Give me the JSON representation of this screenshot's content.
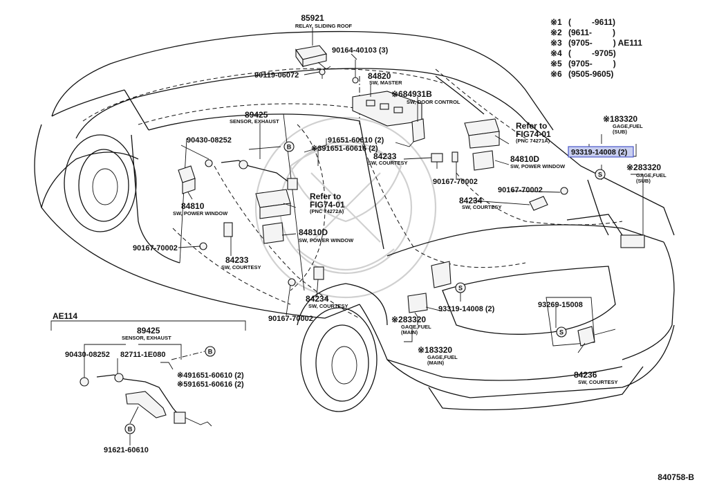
{
  "legend": [
    {
      "mark": "※1",
      "text": "(         -9611)"
    },
    {
      "mark": "※2",
      "text": "(9611-         )"
    },
    {
      "mark": "※3",
      "text": "(9705-         ) AE111"
    },
    {
      "mark": "※4",
      "text": "(         -9705)"
    },
    {
      "mark": "※5",
      "text": "(9705-         )"
    },
    {
      "mark": "※6",
      "text": "(9505-9605)"
    }
  ],
  "parts": {
    "p85921": {
      "num": "85921",
      "desc": "RELAY, SLIDING ROOF"
    },
    "p90164": {
      "num": "90164-40103 (3)"
    },
    "p90119": {
      "num": "90119-06072"
    },
    "p84820": {
      "num": "84820",
      "desc": "SW, MASTER"
    },
    "p84931": {
      "num": "※684931B",
      "desc": "SW, DOOR CONTROL"
    },
    "p89425": {
      "num": "89425",
      "desc": "SENSOR, EXHAUST"
    },
    "p90430": {
      "num": "90430-08252"
    },
    "p91651a": {
      "num": "91651-60610 (2)"
    },
    "p91651b": {
      "num": "※391651-60616 (2)"
    },
    "p84233a": {
      "num": "84233",
      "desc": "SW, COURTESY"
    },
    "p84810": {
      "num": "84810",
      "desc": "SW, POWER WINDOW"
    },
    "p84810d_left": {
      "num": "84810D",
      "desc": "SW, POWER WINDOW"
    },
    "p84810d_right": {
      "num": "84810D",
      "desc": "SW, POWER WINDOW"
    },
    "p90167a": {
      "num": "90167-70002"
    },
    "p90167b": {
      "num": "90167-70002"
    },
    "p90167c": {
      "num": "90167-70002"
    },
    "p90167d": {
      "num": "90167-70002"
    },
    "p84233b": {
      "num": "84233",
      "desc": "SW, COURTESY"
    },
    "p84234a": {
      "num": "84234",
      "desc": "SW, COURTESY"
    },
    "p84234b": {
      "num": "84234",
      "desc": "SW, COURTESY"
    },
    "p83320_sub1": {
      "num": "※183320",
      "desc": "GAGE,FUEL",
      "desc2": "(SUB)"
    },
    "p93319_hl": {
      "num": "93319-14008 (2)"
    },
    "p83320_sub2": {
      "num": "※283320",
      "desc": "GAGE,FUEL",
      "desc2": "(SUB)"
    },
    "p93319b": {
      "num": "93319-14008 (2)"
    },
    "p83320_main2": {
      "num": "※283320",
      "desc": "GAGE,FUEL",
      "desc2": "(MAIN)"
    },
    "p83320_main1": {
      "num": "※183320",
      "desc": "GAGE,FUEL",
      "desc2": "(MAIN)"
    },
    "p93269": {
      "num": "93269-15008"
    },
    "p84236": {
      "num": "84236",
      "desc": "SW, COURTESY"
    },
    "ae114_89425": {
      "num": "89425",
      "desc": "SENSOR, EXHAUST"
    },
    "ae114_90430": {
      "num": "90430-08252"
    },
    "ae114_82711": {
      "num": "82711-1E080"
    },
    "ae114_91651a": {
      "num": "※491651-60610 (2)"
    },
    "ae114_91651b": {
      "num": "※591651-60616 (2)"
    },
    "ae114_91621": {
      "num": "91621-60610"
    }
  },
  "refs": {
    "right": {
      "line1": "Refer to",
      "line2": "FIG74-01",
      "pnc": "(PNC 74271A)"
    },
    "left": {
      "line1": "Refer to",
      "line2": "FIG74-01",
      "pnc": "(PNC 74272A)"
    }
  },
  "marks": {
    "b": "B",
    "s": "S"
  },
  "inset_title": "AE114",
  "figure_code": "840758-B"
}
